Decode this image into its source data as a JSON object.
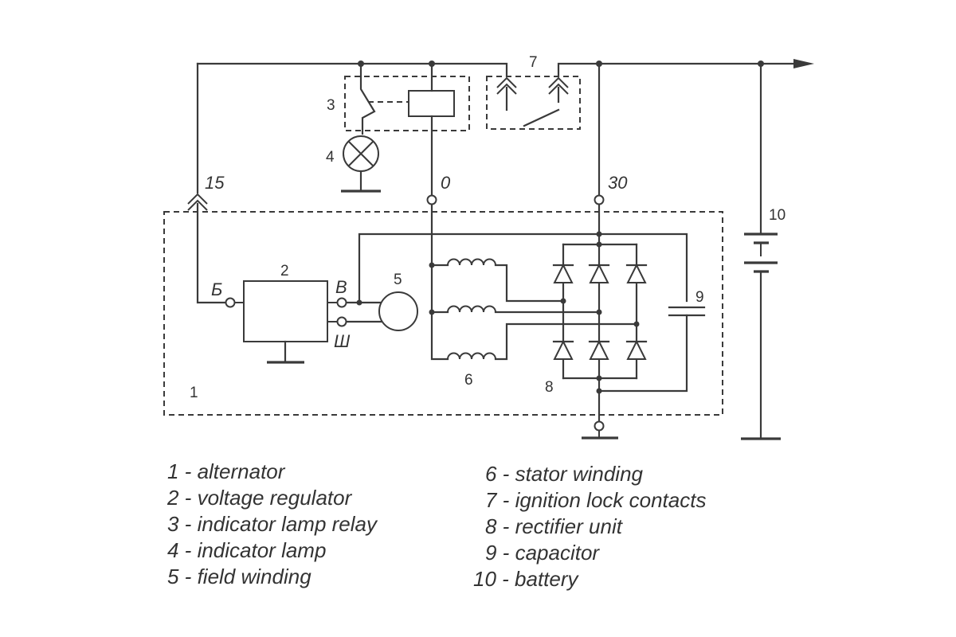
{
  "components": {
    "n1": "1",
    "n2": "2",
    "n3": "3",
    "n4": "4",
    "n5": "5",
    "n6": "6",
    "n7": "7",
    "n8": "8",
    "n9": "9",
    "n10": "10"
  },
  "terminals": {
    "t15": "15",
    "t0": "0",
    "t30": "30",
    "b": "Б",
    "v": "В",
    "sh": "Ш"
  },
  "legend_left": [
    "1 - alternator",
    "2 - voltage regulator",
    "3 - indicator lamp relay",
    "4 - indicator lamp",
    "5 - field winding"
  ],
  "legend_right": [
    "6 - stator winding",
    "7 - ignition lock contacts",
    "8 - rectifier unit",
    "9 - capacitor",
    "10 - battery"
  ]
}
